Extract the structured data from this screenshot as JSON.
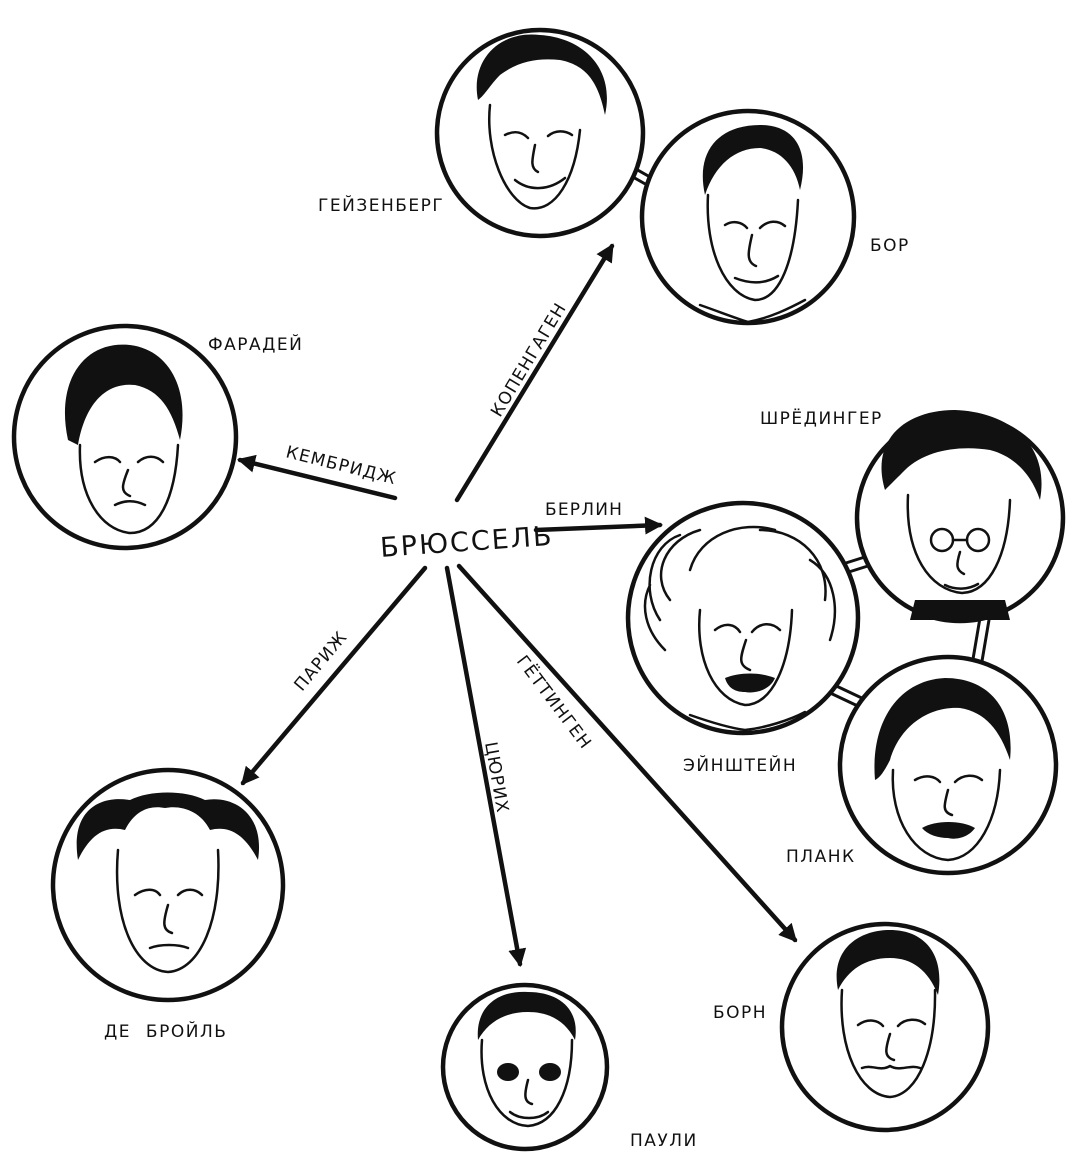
{
  "center": {
    "label": "БРЮССЕЛЬ"
  },
  "routes": [
    {
      "id": "copenhagen",
      "label": "КОПЕНГАГЕН"
    },
    {
      "id": "cambridge",
      "label": "КЕМБРИДЖ"
    },
    {
      "id": "berlin",
      "label": "БЕРЛИН"
    },
    {
      "id": "paris",
      "label": "ПАРИЖ"
    },
    {
      "id": "zurich",
      "label": "ЦЮРИХ"
    },
    {
      "id": "gottingen",
      "label": "ГЁТТИНГЕН"
    }
  ],
  "scientists": [
    {
      "id": "heisenberg",
      "name": "ГЕЙЗЕНБЕРГ"
    },
    {
      "id": "bohr",
      "name": "БОР"
    },
    {
      "id": "faraday",
      "name": "ФАРАДЕЙ"
    },
    {
      "id": "schrodinger",
      "name": "ШРЁДИНГЕР"
    },
    {
      "id": "einstein",
      "name": "ЭЙНШТЕЙН"
    },
    {
      "id": "planck",
      "name": "ПЛАНК"
    },
    {
      "id": "debroglie",
      "name": "ДЕ БРОЙЛЬ"
    },
    {
      "id": "pauli",
      "name": "ПАУЛИ"
    },
    {
      "id": "born",
      "name": "БОРН"
    }
  ]
}
